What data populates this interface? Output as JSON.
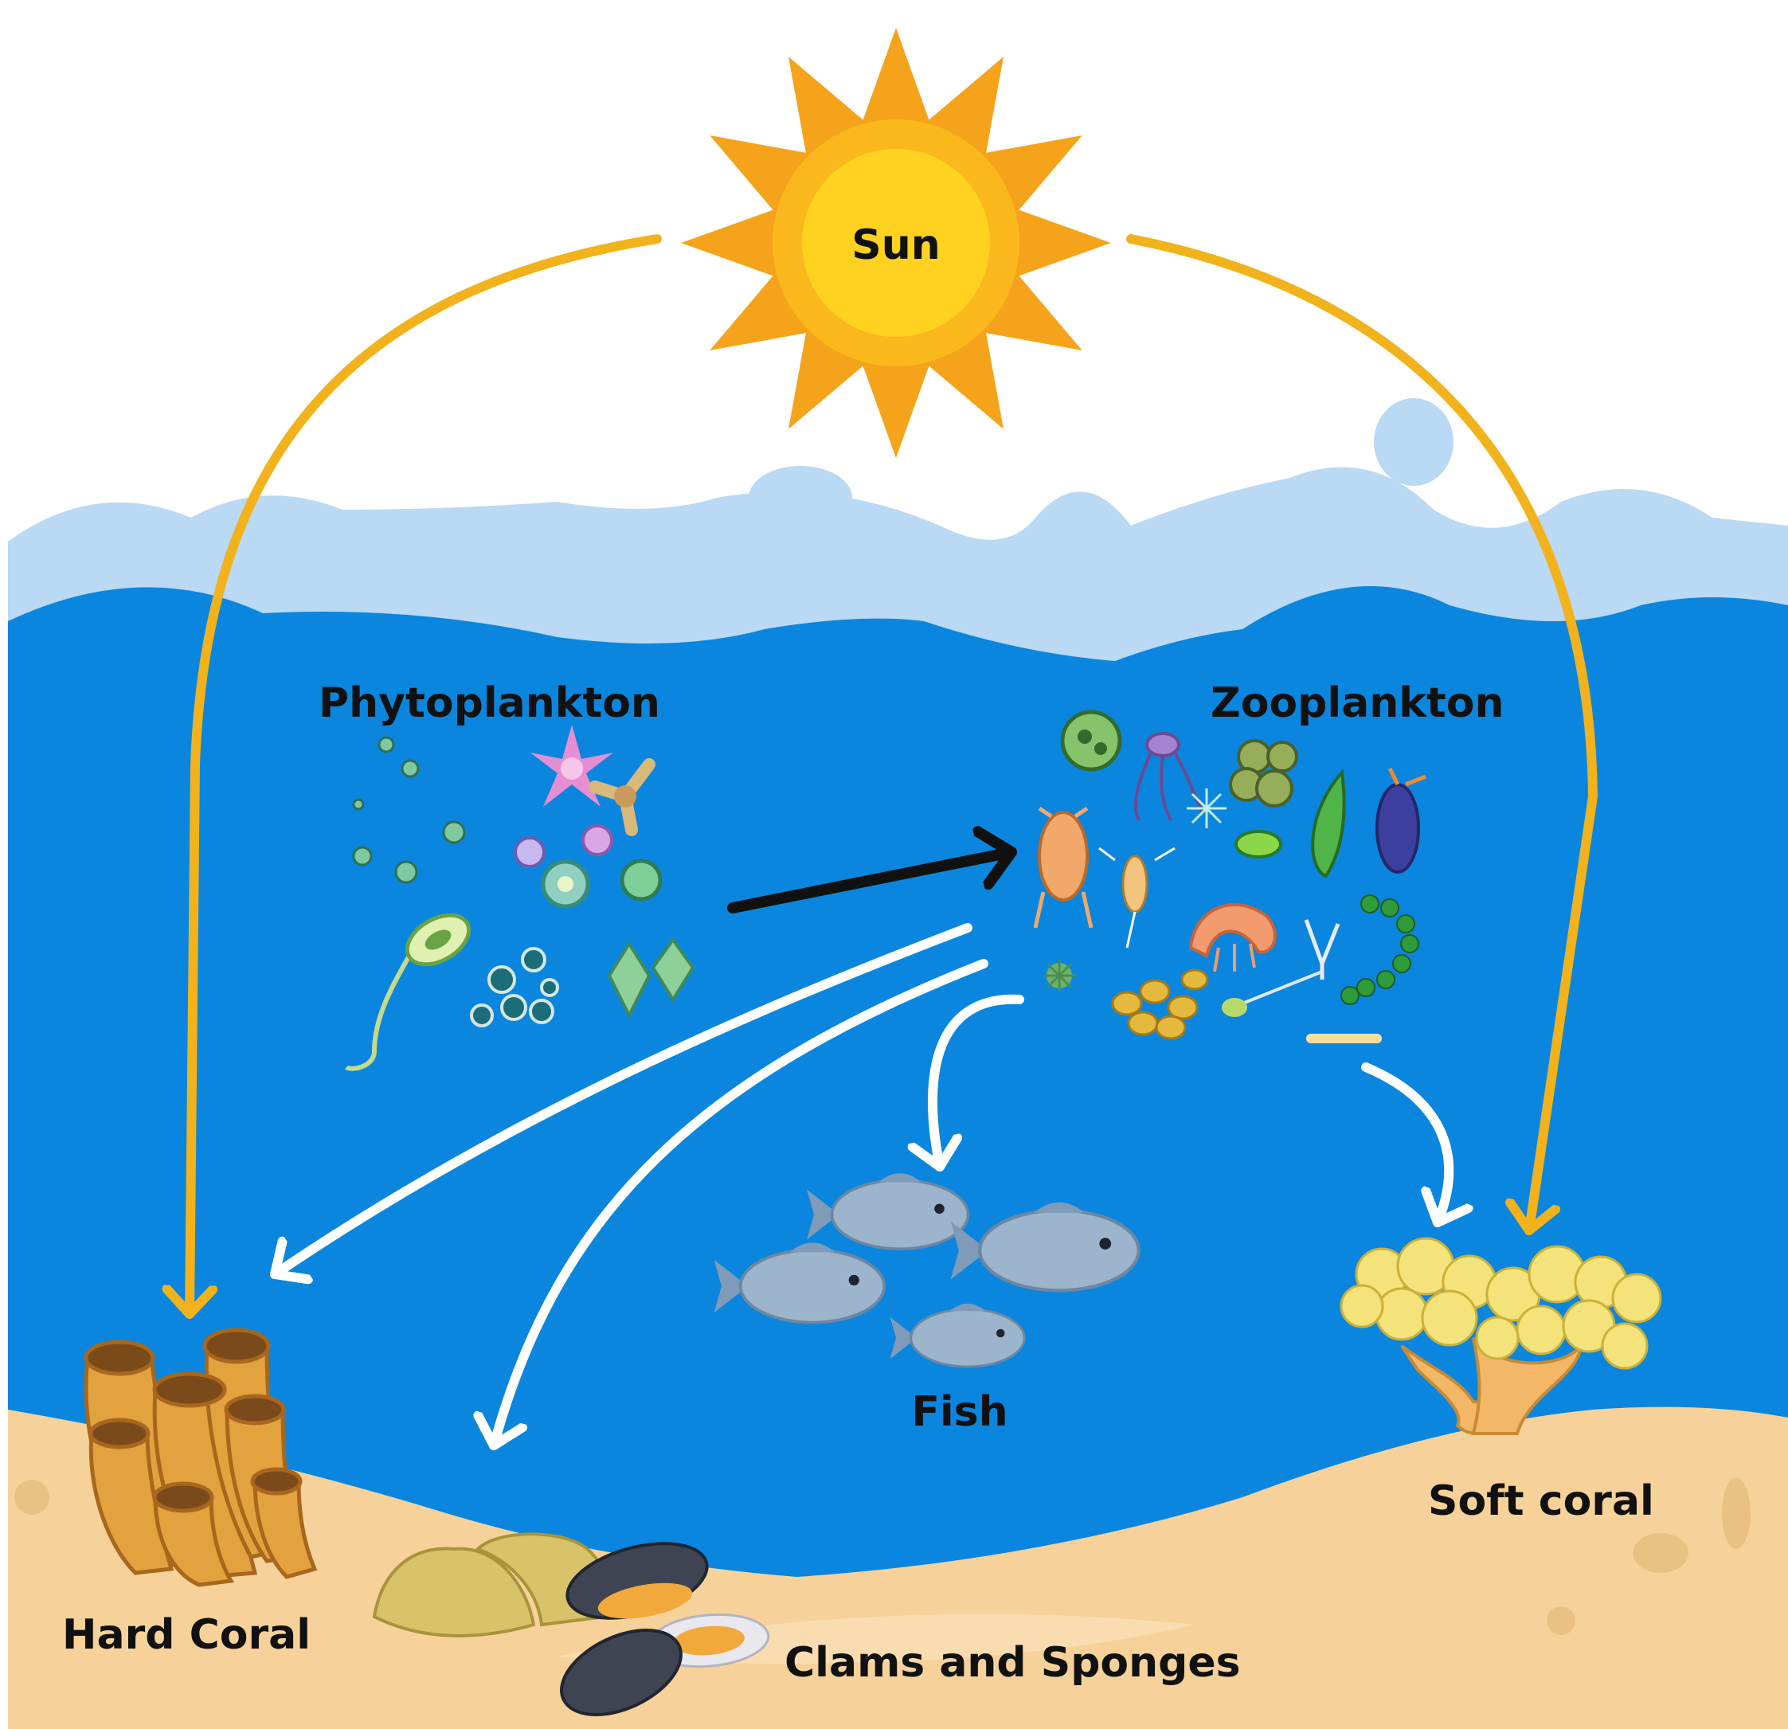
{
  "labels": {
    "sun": "Sun",
    "phytoplankton": "Phytoplankton",
    "zooplankton": "Zooplankton",
    "fish": "Fish",
    "hard_coral": "Hard Coral",
    "clams_sponges": "Clams and Sponges",
    "soft_coral": "Soft coral"
  },
  "colors": {
    "sky": "#ffffff",
    "sea_surface": "#b9d9f4",
    "sea": "#0a86de",
    "sand": "#f6d29a",
    "sun_rays": "#f5a31a",
    "sun_core": "#ffd21f",
    "sun_arrows": "#f2b21c",
    "food_arrows": "#ffffff",
    "main_arrow": "#111111",
    "fish": "#9db5cc",
    "hard_coral": "#e3a23e",
    "soft_coral": "#f4e27a",
    "clam_shell": "#3f4453",
    "sponge": "#d8c26a"
  },
  "flows": [
    {
      "from": "Sun",
      "to": "Hard Coral",
      "color": "sun_arrows"
    },
    {
      "from": "Sun",
      "to": "Soft coral",
      "color": "sun_arrows"
    },
    {
      "from": "Phytoplankton",
      "to": "Zooplankton",
      "color": "main_arrow"
    },
    {
      "from": "Zooplankton",
      "to": "Hard Coral",
      "color": "food_arrows"
    },
    {
      "from": "Zooplankton",
      "to": "Clams and Sponges",
      "color": "food_arrows"
    },
    {
      "from": "Zooplankton",
      "to": "Fish",
      "color": "food_arrows"
    },
    {
      "from": "Zooplankton",
      "to": "Soft coral",
      "color": "food_arrows"
    }
  ]
}
